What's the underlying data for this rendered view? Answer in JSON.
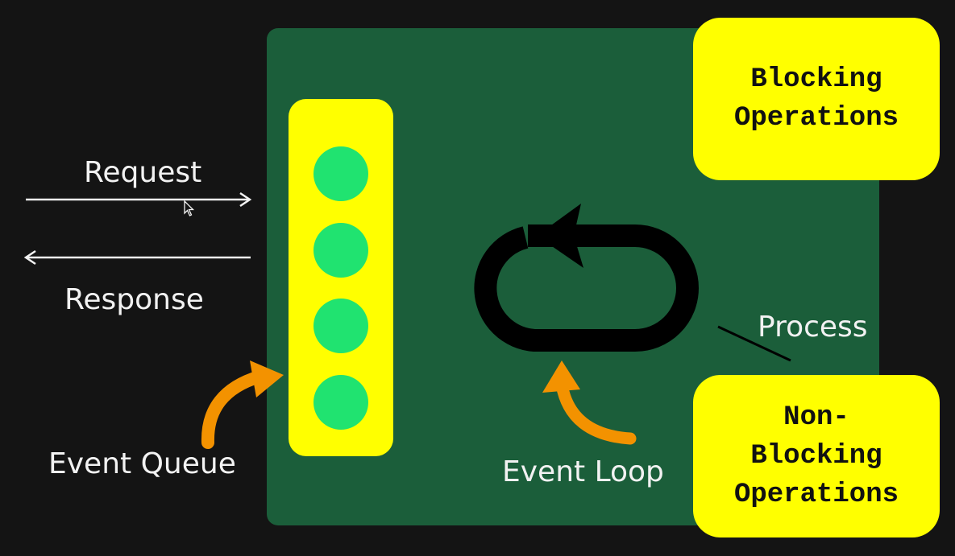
{
  "labels": {
    "request": "Request",
    "response": "Response",
    "event_queue": "Event Queue",
    "event_loop": "Event Loop",
    "process": "Process"
  },
  "operations": {
    "blocking": "Blocking\nOperations",
    "non_blocking": "Non-\nBlocking\nOperations"
  },
  "queue": {
    "items": 4
  },
  "colors": {
    "background": "#141414",
    "process_box": "#1b5e3a",
    "highlight_yellow": "#ffff00",
    "queue_item_green": "#20e370",
    "pointer_arrow_orange": "#f39200",
    "loop_icon": "#000000",
    "text": "#f2f2f2"
  },
  "icons": {
    "loop": "circular-arrow-icon",
    "pointer": "curved-arrow-icon",
    "cursor": "mouse-cursor-icon"
  }
}
